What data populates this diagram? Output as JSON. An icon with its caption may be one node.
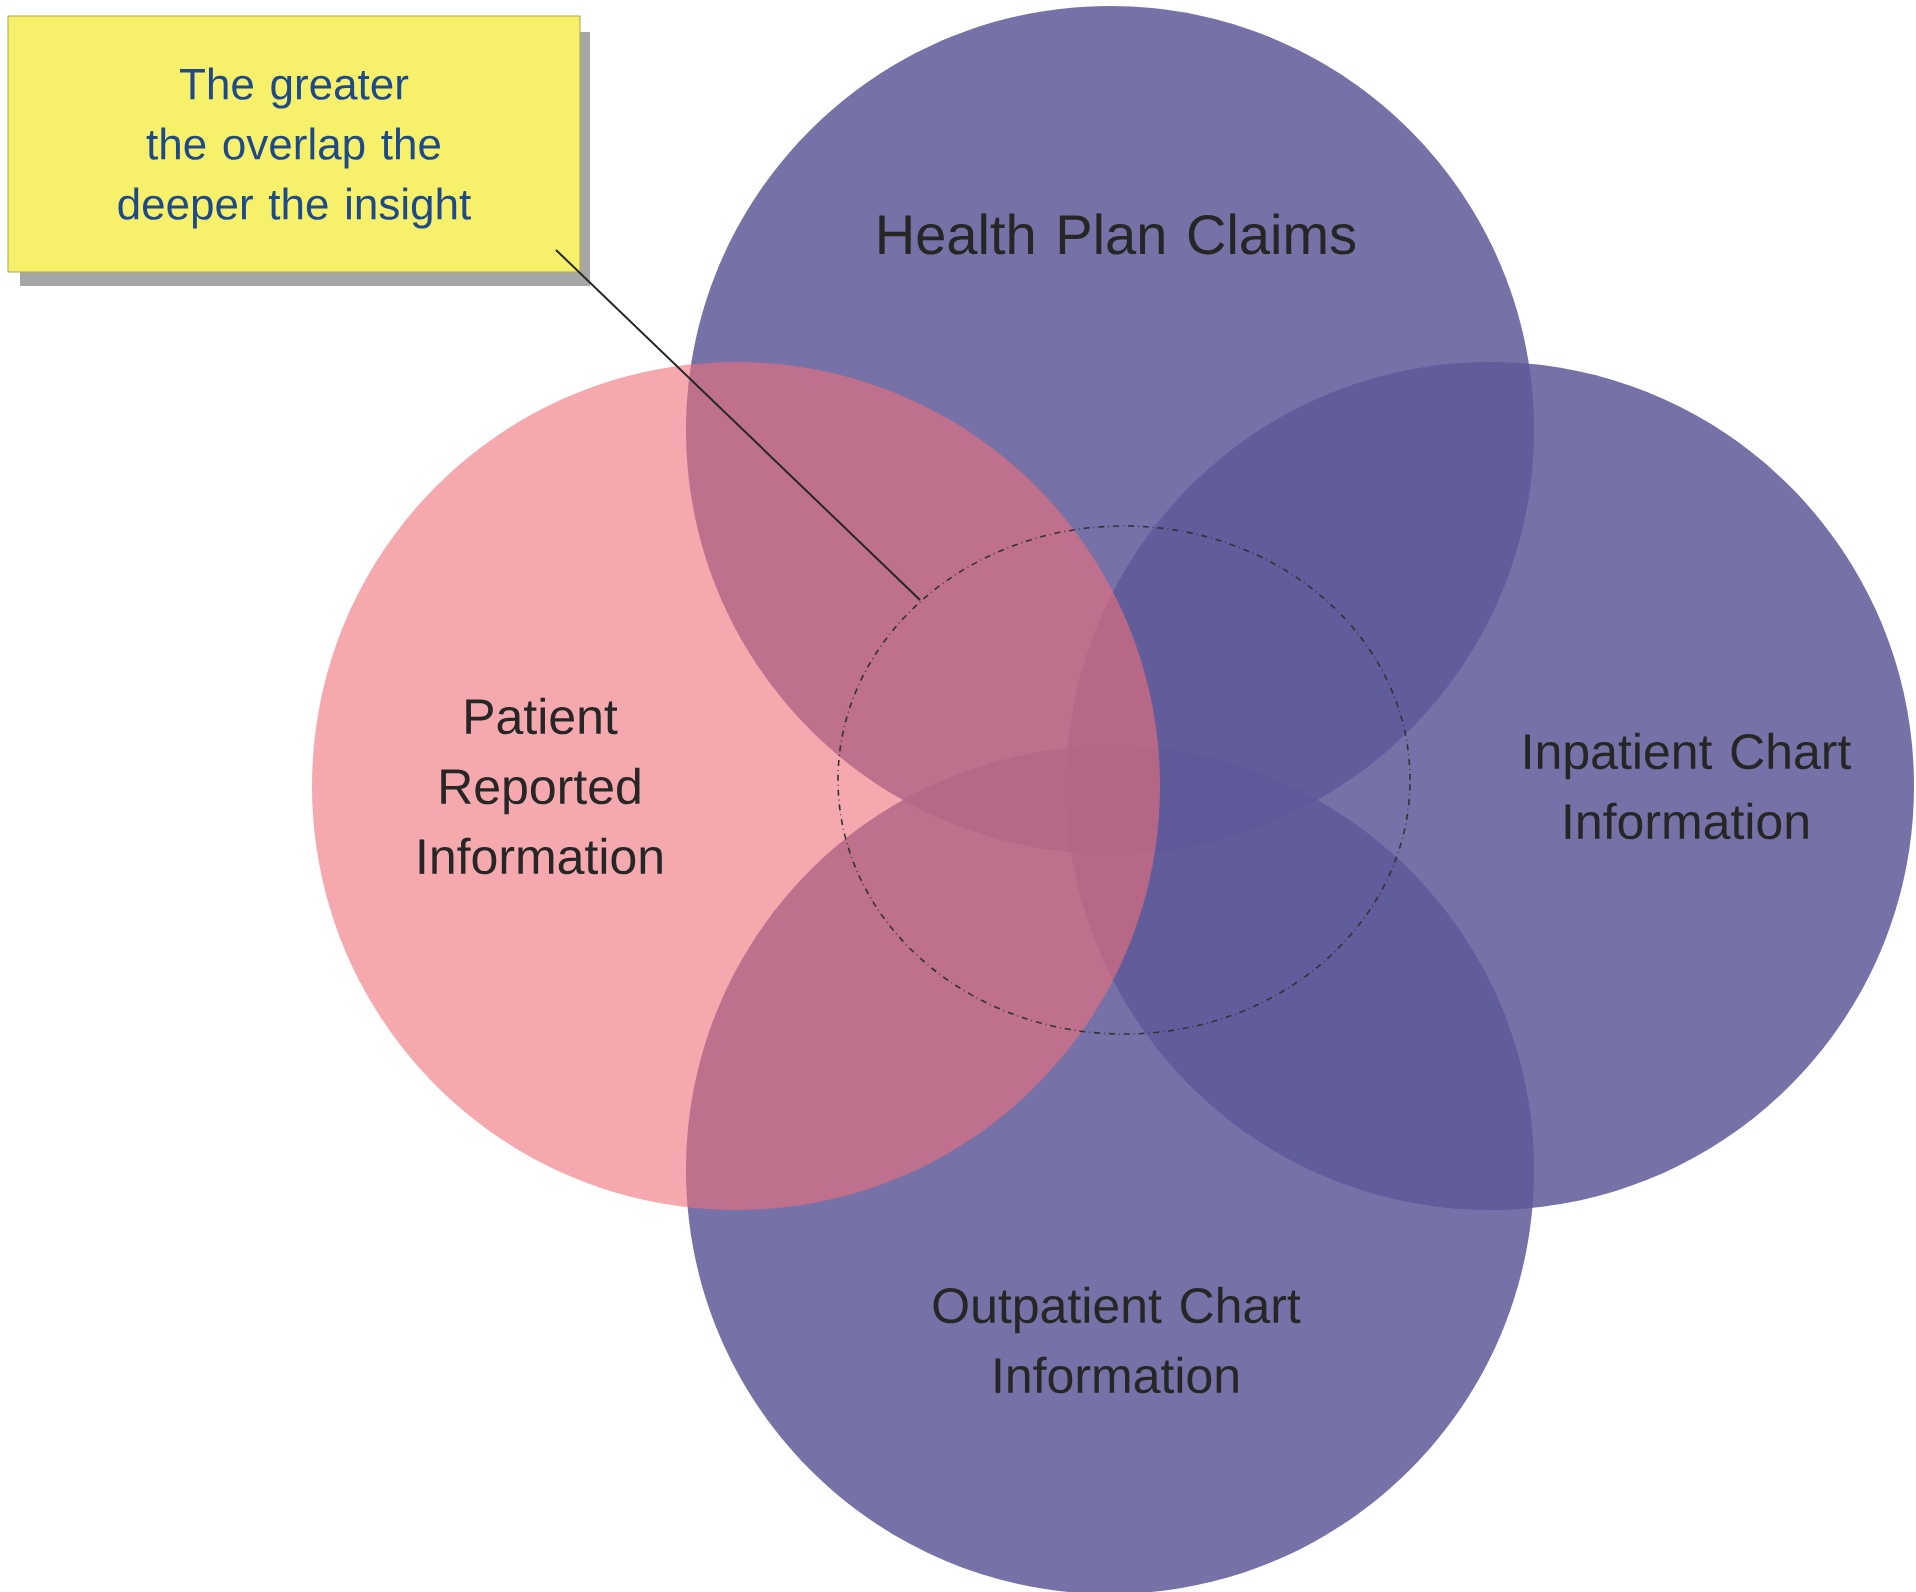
{
  "diagram": {
    "nodes": [
      {
        "text": [
          "The greater the overlap the deeper the insight"
        ]
      },
      {
        "text": [
          "Health Plan Claims"
        ]
      },
      {
        "text": [
          "Patient Reported Information"
        ]
      },
      {
        "text": [
          "Inpatient Chart Information"
        ]
      },
      {
        "text": [
          "Outpatient Chart Information"
        ]
      },
      {
        "text": [],
        "shape": "circle"
      }
    ],
    "edges": [
      {
        "from": 0,
        "to": 5,
        "arrow": "none"
      }
    ]
  }
}
